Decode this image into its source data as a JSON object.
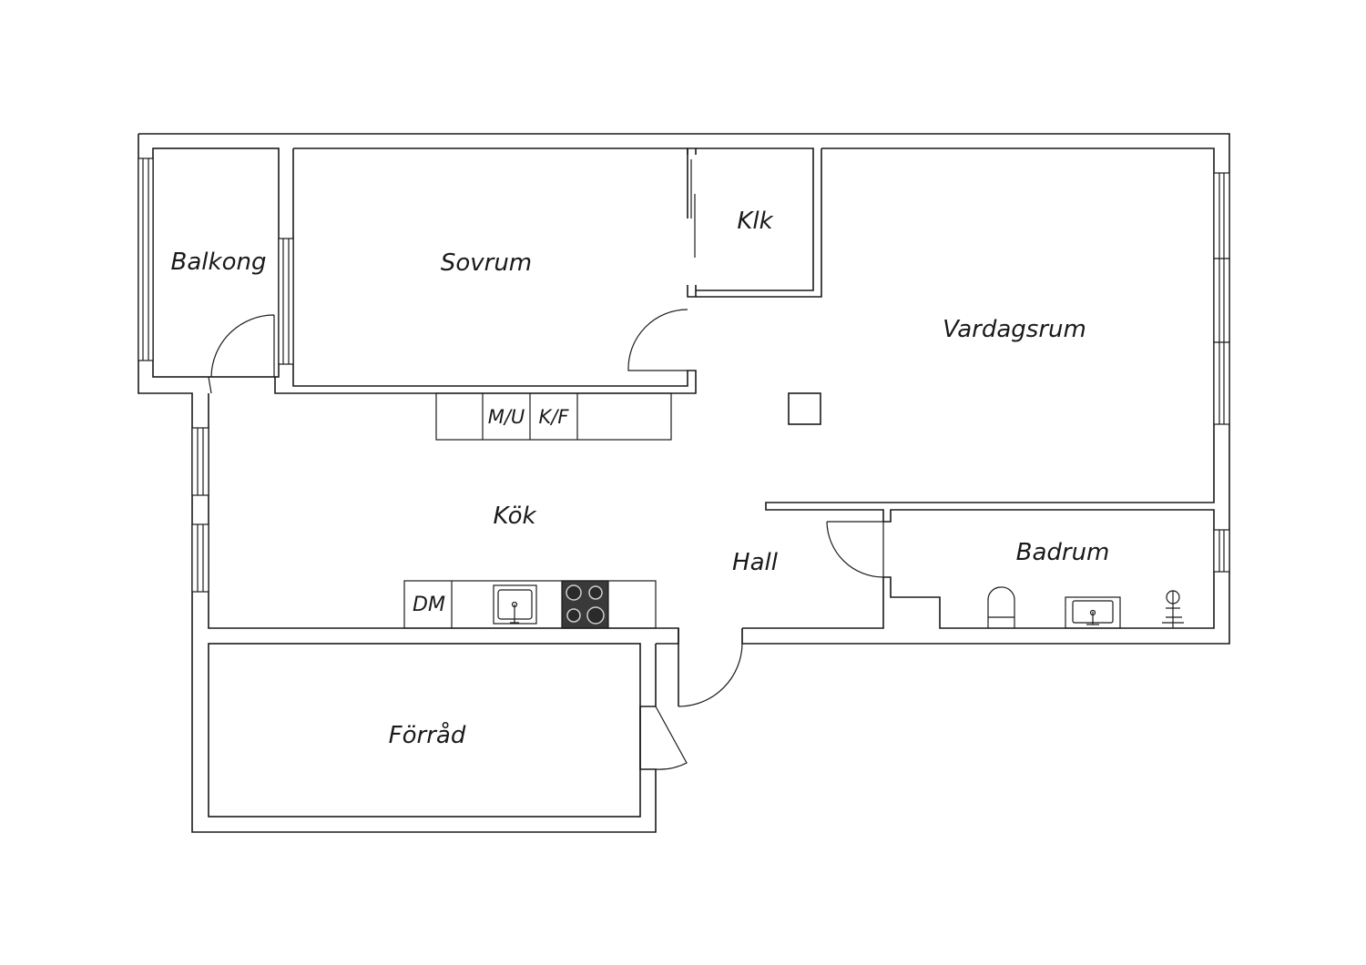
{
  "rooms": {
    "balkong": "Balkong",
    "sovrum": "Sovrum",
    "klk": "Klk",
    "vardagsrum": "Vardagsrum",
    "kok": "Kök",
    "hall": "Hall",
    "badrum": "Badrum",
    "forrad": "Förråd"
  },
  "fixtures": {
    "mu": "M/U",
    "kf": "K/F",
    "dm": "DM"
  },
  "colors": {
    "line": "#1a1a1a",
    "background": "#ffffff",
    "stove": "#3a3a3a"
  }
}
